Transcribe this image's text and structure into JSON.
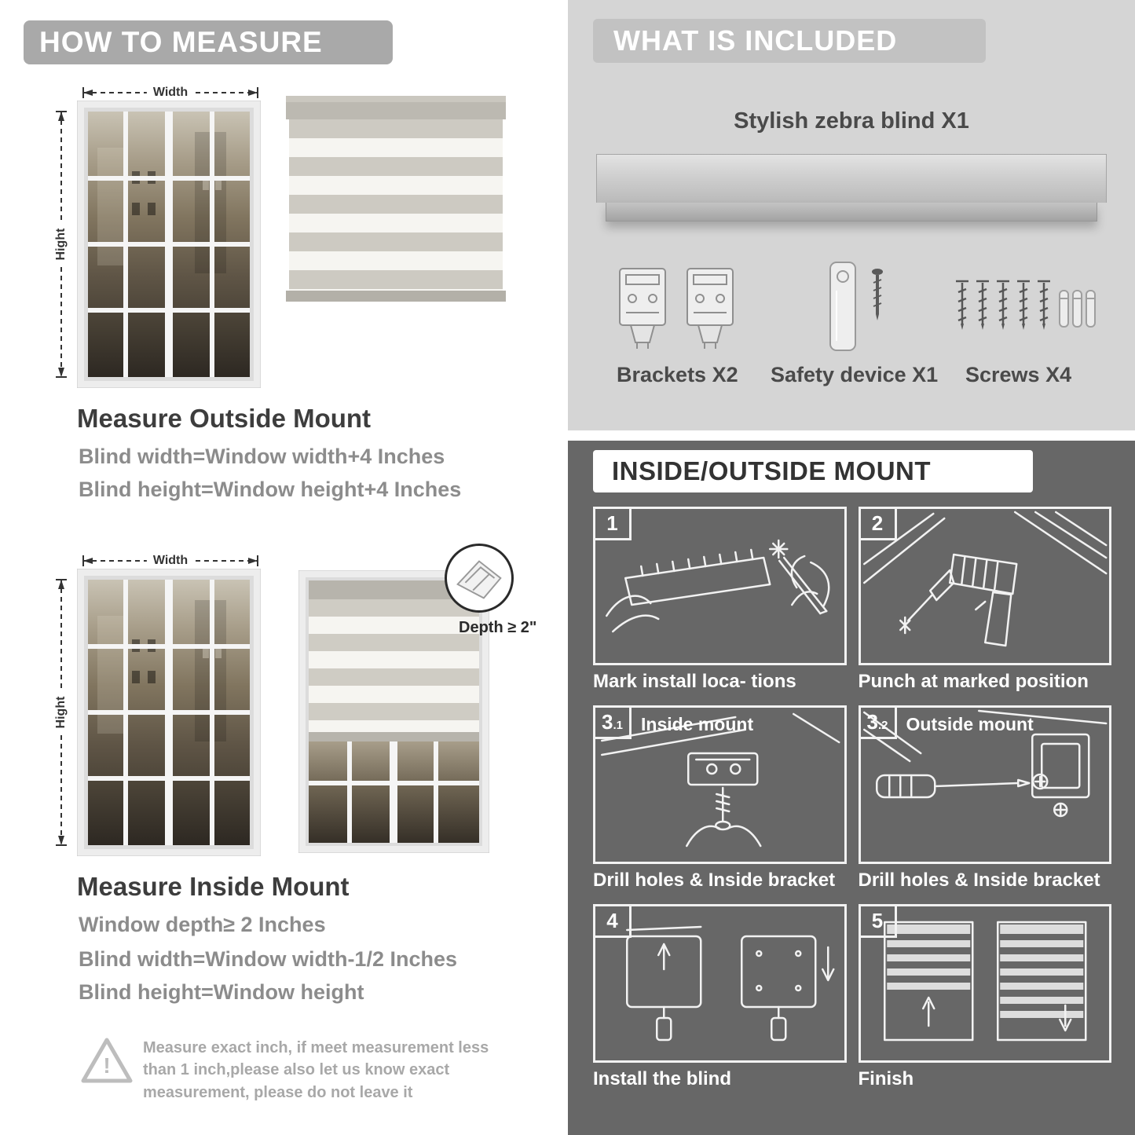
{
  "colors": {
    "left_banner_gray": "#a9a9a9",
    "included_bg": "#d5d5d5",
    "included_banner": "#c2c2c2",
    "mount_bg": "#676767",
    "heading_dark": "#3d3d3d",
    "body_gray": "#8c8c8c"
  },
  "measure": {
    "header": "HOW TO MEASURE",
    "width_label": "Width",
    "height_label": "Hight",
    "outside": {
      "title": "Measure Outside Mount",
      "lines": [
        "Blind width=Window width+4 Inches",
        "Blind height=Window height+4 Inches"
      ]
    },
    "inside": {
      "depth_callout": "Depth ≥ 2\"",
      "title": "Measure Inside Mount",
      "lines": [
        "Window depth≥ 2 Inches",
        "Blind width=Window width-1/2 Inches",
        "Blind height=Window height"
      ]
    },
    "warning": {
      "icon": "!",
      "text": "Measure exact inch, if meet measurement less than 1 inch,please also let us know exact measurement, please do not leave it"
    }
  },
  "included": {
    "header": "WHAT IS INCLUDED",
    "product_label": "Stylish zebra blind X1",
    "parts": [
      {
        "label": "Brackets X2"
      },
      {
        "label": "Safety device X1"
      },
      {
        "label": "Screws X4"
      }
    ]
  },
  "mount": {
    "header": "INSIDE/OUTSIDE MOUNT",
    "steps": [
      {
        "num": "1",
        "sub": "",
        "title": "",
        "caption": "Mark install loca- tions"
      },
      {
        "num": "2",
        "sub": "",
        "title": "",
        "caption": "Punch at  marked position"
      },
      {
        "num": "3",
        "sub": ".1",
        "title": "Inside mount",
        "caption": "Drill holes &  Inside bracket"
      },
      {
        "num": "3",
        "sub": ".2",
        "title": "Outside mount",
        "caption": "Drill holes &  Inside bracket"
      },
      {
        "num": "4",
        "sub": "",
        "title": "",
        "caption": "Install the blind"
      },
      {
        "num": "5",
        "sub": "",
        "title": "",
        "caption": "Finish"
      }
    ]
  }
}
